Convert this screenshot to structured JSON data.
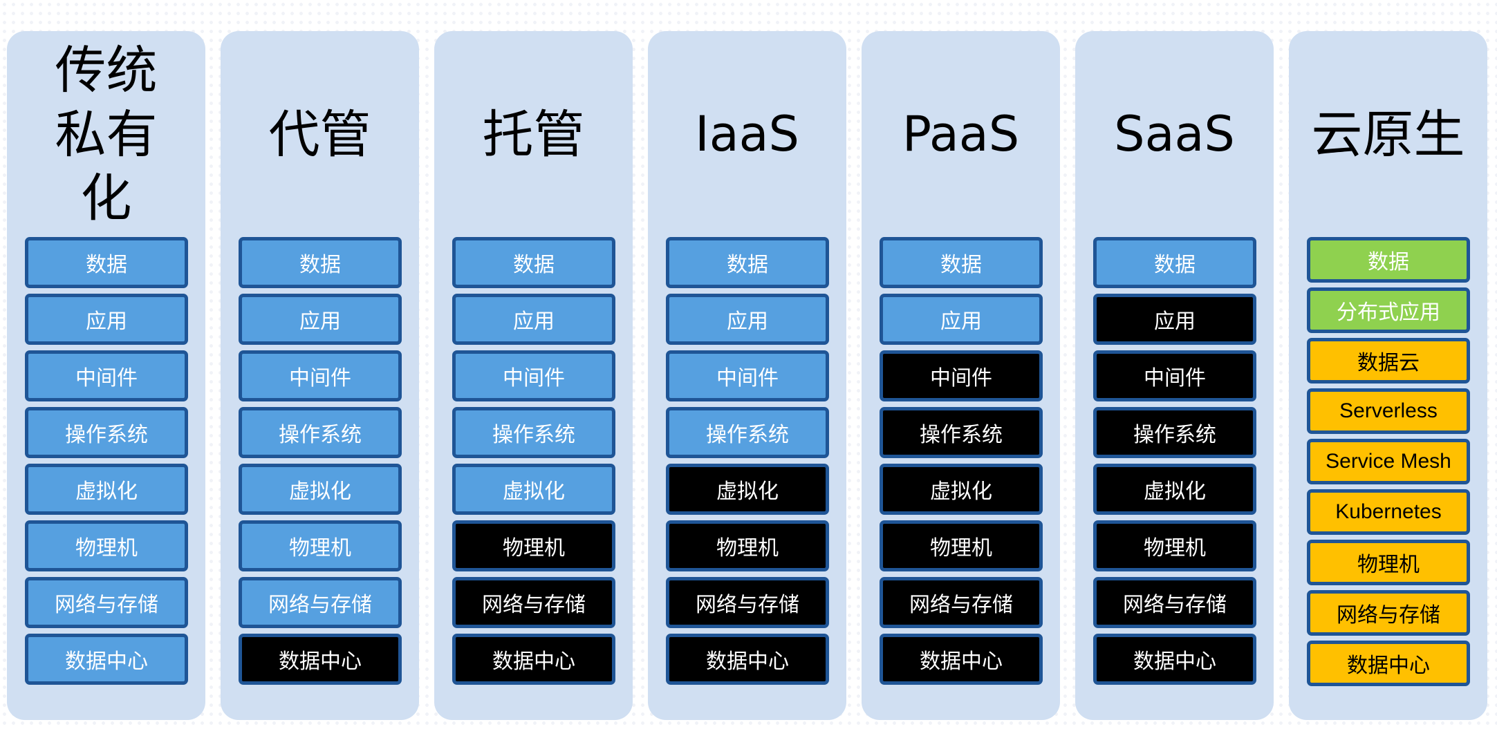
{
  "columns": [
    {
      "title": "传统私有化",
      "layers": [
        {
          "label": "数据",
          "style": "blue"
        },
        {
          "label": "应用",
          "style": "blue"
        },
        {
          "label": "中间件",
          "style": "blue"
        },
        {
          "label": "操作系统",
          "style": "blue"
        },
        {
          "label": "虚拟化",
          "style": "blue"
        },
        {
          "label": "物理机",
          "style": "blue"
        },
        {
          "label": "网络与存储",
          "style": "blue"
        },
        {
          "label": "数据中心",
          "style": "blue"
        }
      ]
    },
    {
      "title": "代管",
      "layers": [
        {
          "label": "数据",
          "style": "blue"
        },
        {
          "label": "应用",
          "style": "blue"
        },
        {
          "label": "中间件",
          "style": "blue"
        },
        {
          "label": "操作系统",
          "style": "blue"
        },
        {
          "label": "虚拟化",
          "style": "blue"
        },
        {
          "label": "物理机",
          "style": "blue"
        },
        {
          "label": "网络与存储",
          "style": "blue"
        },
        {
          "label": "数据中心",
          "style": "black"
        }
      ]
    },
    {
      "title": "托管",
      "layers": [
        {
          "label": "数据",
          "style": "blue"
        },
        {
          "label": "应用",
          "style": "blue"
        },
        {
          "label": "中间件",
          "style": "blue"
        },
        {
          "label": "操作系统",
          "style": "blue"
        },
        {
          "label": "虚拟化",
          "style": "blue"
        },
        {
          "label": "物理机",
          "style": "black"
        },
        {
          "label": "网络与存储",
          "style": "black"
        },
        {
          "label": "数据中心",
          "style": "black"
        }
      ]
    },
    {
      "title": "IaaS",
      "layers": [
        {
          "label": "数据",
          "style": "blue"
        },
        {
          "label": "应用",
          "style": "blue"
        },
        {
          "label": "中间件",
          "style": "blue"
        },
        {
          "label": "操作系统",
          "style": "blue"
        },
        {
          "label": "虚拟化",
          "style": "black"
        },
        {
          "label": "物理机",
          "style": "black"
        },
        {
          "label": "网络与存储",
          "style": "black"
        },
        {
          "label": "数据中心",
          "style": "black"
        }
      ]
    },
    {
      "title": "PaaS",
      "layers": [
        {
          "label": "数据",
          "style": "blue"
        },
        {
          "label": "应用",
          "style": "blue"
        },
        {
          "label": "中间件",
          "style": "black"
        },
        {
          "label": "操作系统",
          "style": "black"
        },
        {
          "label": "虚拟化",
          "style": "black"
        },
        {
          "label": "物理机",
          "style": "black"
        },
        {
          "label": "网络与存储",
          "style": "black"
        },
        {
          "label": "数据中心",
          "style": "black"
        }
      ]
    },
    {
      "title": "SaaS",
      "layers": [
        {
          "label": "数据",
          "style": "blue"
        },
        {
          "label": "应用",
          "style": "black"
        },
        {
          "label": "中间件",
          "style": "black"
        },
        {
          "label": "操作系统",
          "style": "black"
        },
        {
          "label": "虚拟化",
          "style": "black"
        },
        {
          "label": "物理机",
          "style": "black"
        },
        {
          "label": "网络与存储",
          "style": "black"
        },
        {
          "label": "数据中心",
          "style": "black"
        }
      ]
    },
    {
      "title": "云原生",
      "layers": [
        {
          "label": "数据",
          "style": "green"
        },
        {
          "label": "分布式应用",
          "style": "green"
        },
        {
          "label": "数据云",
          "style": "orange"
        },
        {
          "label": "Serverless",
          "style": "orange"
        },
        {
          "label": "Service Mesh",
          "style": "orange"
        },
        {
          "label": "Kubernetes",
          "style": "orange"
        },
        {
          "label": "物理机",
          "style": "orange"
        },
        {
          "label": "网络与存储",
          "style": "orange"
        },
        {
          "label": "数据中心",
          "style": "orange"
        }
      ]
    }
  ]
}
